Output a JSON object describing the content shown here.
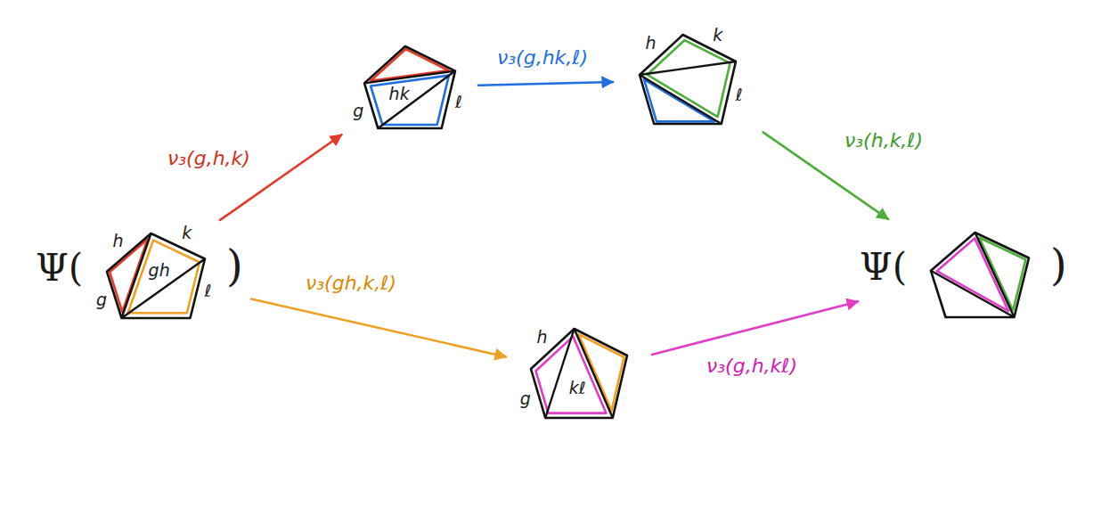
{
  "diagram": {
    "nodes": [
      {
        "text": [
          "Ψ(",
          "h",
          "k",
          "gh",
          "g",
          "ℓ",
          ")"
        ]
      },
      {
        "text": [
          "hk",
          "g",
          "ℓ"
        ]
      },
      {
        "text": [
          "h",
          "k",
          "ℓ"
        ]
      },
      {
        "text": [
          "h",
          "kℓ",
          "g"
        ]
      },
      {
        "text": [
          "Ψ(",
          ")"
        ]
      }
    ],
    "edges": [
      {
        "from": 0,
        "to": 1,
        "arrow": "to",
        "label": "ν₃(g,h,k)"
      },
      {
        "from": 1,
        "to": 2,
        "arrow": "to",
        "label": "ν₃(g,hk,ℓ)"
      },
      {
        "from": 2,
        "to": 4,
        "arrow": "to",
        "label": "ν₃(h,k,ℓ)"
      },
      {
        "from": 0,
        "to": 3,
        "arrow": "to",
        "label": "ν₃(gh,k,ℓ)"
      },
      {
        "from": 3,
        "to": 4,
        "arrow": "to",
        "label": "ν₃(g,h,kℓ)"
      }
    ]
  }
}
